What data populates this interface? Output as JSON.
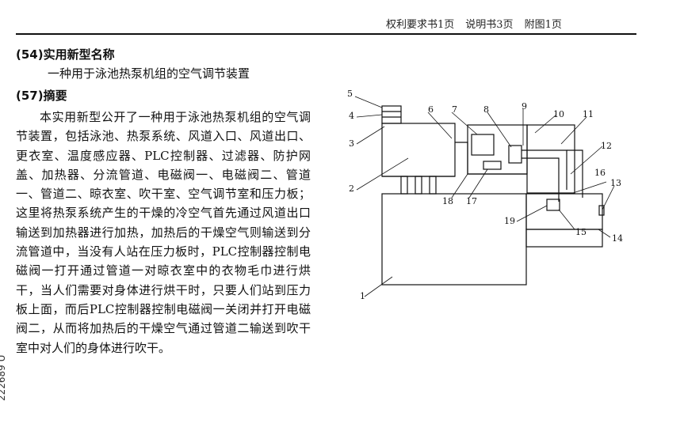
{
  "header": {
    "claims": "权利要求书1页",
    "description": "说明书3页",
    "drawings": "附图1页"
  },
  "utility_model_name": {
    "label": "(54)实用新型名称",
    "title": "一种用于泳池热泵机组的空气调节装置"
  },
  "abstract": {
    "label": "(57)摘要",
    "text": "本实用新型公开了一种用于泳池热泵机组的空气调节装置，包括泳池、热泵系统、风道入口、风道出口、更衣室、温度感应器、PLC控制器、过滤器、防护网盖、加热器、分流管道、电磁阀一、电磁阀二、管道一、管道二、晾衣室、吹干室、空气调节室和压力板；这里将热泵系统产生的干燥的冷空气首先通过风道出口输送到加热器进行加热，加热后的干燥空气则输送到分流管道中，当没有人站在压力板时，PLC控制器控制电磁阀一打开通过管道一对晾衣室中的衣物毛巾进行烘干，当人们需要对身体进行烘干时，只要人们站到压力板上面，而后PLC控制器控制电磁阀一关闭并打开电磁阀二，从而将加热后的干燥空气通过管道二输送到吹干室中对人们的身体进行吹干。"
  },
  "side_number": "222689 U",
  "diagram_labels": {
    "l1": "1",
    "l2": "2",
    "l3": "3",
    "l4": "4",
    "l5": "5",
    "l6": "6",
    "l7": "7",
    "l8": "8",
    "l9": "9",
    "l10": "10",
    "l11": "11",
    "l12": "12",
    "l13": "13",
    "l14": "14",
    "l15": "15",
    "l16": "16",
    "l17": "17",
    "l18": "18",
    "l19": "19"
  }
}
